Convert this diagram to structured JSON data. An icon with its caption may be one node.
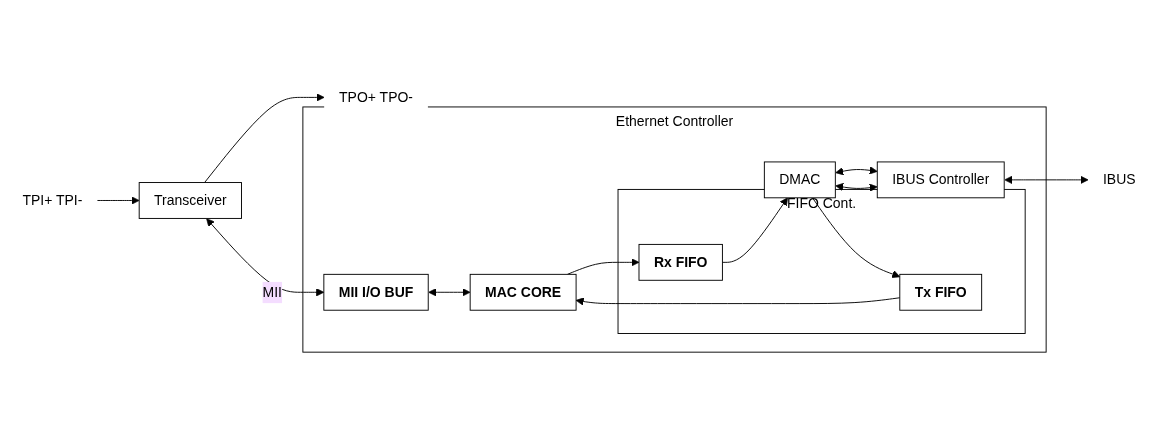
{
  "diagram": {
    "nodes": [
      {
        "text": [
          "Ethernet Controller"
        ]
      },
      {
        "text": [
          "TPO+ TPO-"
        ]
      },
      {
        "text": [
          "TPI+ TPI-"
        ]
      },
      {
        "text": [
          "Transceiver"
        ]
      },
      {
        "text": [
          "MII I/O BUF"
        ],
        "in": 0
      },
      {
        "text": [
          "MAC CORE"
        ],
        "in": 0
      },
      {
        "text": [
          "FIFO Cont."
        ],
        "in": 0
      },
      {
        "text": [
          "Tx FIFO"
        ],
        "in": 6
      },
      {
        "text": [
          "Rx FIFO"
        ],
        "in": 6
      },
      {
        "text": [
          "DMAC"
        ],
        "in": 0
      },
      {
        "text": [
          "IBUS Controller"
        ],
        "in": 0
      },
      {
        "text": [
          "IBUS"
        ]
      }
    ],
    "edges": [
      {
        "from": 3,
        "to": 1,
        "arrow": "to"
      },
      {
        "from": 2,
        "to": 3,
        "arrow": "to"
      },
      {
        "from": 3,
        "to": 4,
        "arrow": "both",
        "label": "MII"
      },
      {
        "from": 4,
        "to": 5,
        "arrow": "both"
      },
      {
        "from": 7,
        "to": 5,
        "arrow": "to"
      },
      {
        "from": 5,
        "to": 8,
        "arrow": "to"
      },
      {
        "from": 9,
        "to": 7,
        "arrow": "to"
      },
      {
        "from": 8,
        "to": 9,
        "arrow": "to"
      },
      {
        "from": 9,
        "to": 10,
        "arrow": "both"
      },
      {
        "from": 9,
        "to": 10,
        "arrow": "both"
      },
      {
        "from": 10,
        "to": 11,
        "arrow": "both"
      }
    ]
  }
}
